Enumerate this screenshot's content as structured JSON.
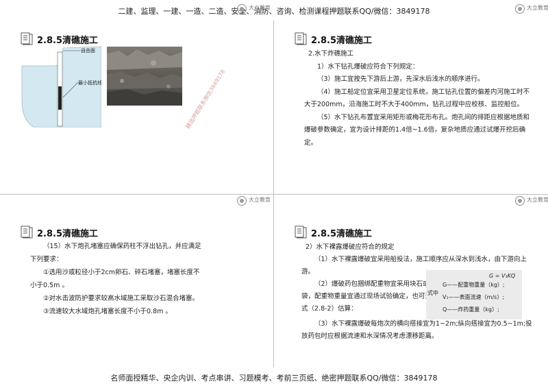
{
  "banner_top": "二建、监理、一建、一造、二造、安全、消防、咨询、检测课程押题联系QQ/微信：3849178",
  "banner_bottom": "名师面授精华、央企内训、考点串讲、习题模考、考前三页纸、绝密押题联系QQ/微信：3849178",
  "logo_text": "大立教育",
  "slide1": {
    "title": "2.8.5清礁施工",
    "diagram_labels": {
      "free_face": "自由面",
      "min_resistance": "最小抵抗线"
    },
    "watermark": "精选押题联系微信3849178"
  },
  "slide2": {
    "title": "2.8.5清礁施工",
    "paragraphs": [
      "2.水下炸礁施工",
      "1）水下钻孔爆破应符合下列规定：",
      "（3）施工宜按先下游后上游，先深水后浅水的顺序进行。",
      "（4）施工船定位宜采用卫星定位系统，施工钻孔位置的偏差内河施工时不大于200mm，沿海施工时不大于400mm，钻孔过程中应校核、监控船位。",
      "（5）水下钻孔布置宜采用矩形或梅花形布孔。炮孔间的排距应根据地质和爆破参数确定，宜为设计排距的1.4倍~1.6倍，复杂地质应通过试爆开挖后确定。"
    ]
  },
  "slide3": {
    "title": "2.8.5清礁施工",
    "paragraphs": [
      "（15）水下炮孔堵塞应确保药柱不浮出钻孔，并应满足下列要求：",
      "①选用沙或粒径小于2cm卵石、碎石堵塞，堵塞长度不小于0.5m 。",
      "②对水击波防护要求较高水域施工采取沙石混合堵塞。",
      "③流速较大水域炮孔堵塞长度不小于0.8m 。"
    ]
  },
  "slide4": {
    "title": "2.8.5清礁施工",
    "p1": "2）水下裸露爆破应符合的规定",
    "p2": "（1）水下裸露爆破宜采用船投法，施工顺序应从深水到浅水，由下游向上游。",
    "p3": "（2）爆破药包捆绑配重物宜采用块石或砂袋，配重物重量宜通过现场试验确定，也可通过式（2.8-2）估算：",
    "p4": "（3）水下裸露爆破每炮次的横向搭接宜为1~2m;纵向搭接宜为0.5~1m;投放药包时应根据流速和水深情况考虑漂移距离。",
    "formula": {
      "main": "G = V₁KQ",
      "prefix": "式中",
      "g_def": "G——配重物重量（kg）;",
      "v_def": "V₁——表面流速（m/s）;",
      "q_def": "Q——炸药重量（kg）;"
    }
  }
}
